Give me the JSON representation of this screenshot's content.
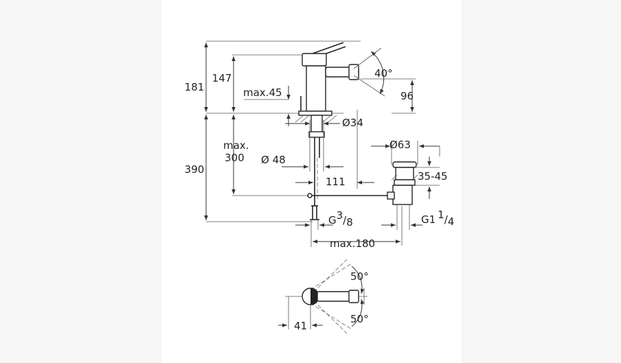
{
  "colors": {
    "background": "#ffffff",
    "side_band": "#f6f6f6",
    "ink": "#222222"
  },
  "dimensions": {
    "total_height": "181",
    "spout_height": "147",
    "max_deck_left": "max.45",
    "deck_right": "96",
    "spout_angle": "40°",
    "hole_diameter": "Ø34",
    "max_below": "max.",
    "max_below_value": "300",
    "base_diameter": "Ø 48",
    "overall_below": "390",
    "spout_reach": "111",
    "waste_diameter": "Ø63",
    "waste_range": "35-45",
    "inlet_thread_base": "G",
    "inlet_thread_num": "3",
    "inlet_thread_den": "8",
    "waste_thread_base": "G1",
    "waste_thread_num": "1",
    "waste_thread_den": "4",
    "max_distance": "max.180",
    "swivel_top": "50°",
    "swivel_bottom": "50°",
    "plan_offset": "41"
  }
}
